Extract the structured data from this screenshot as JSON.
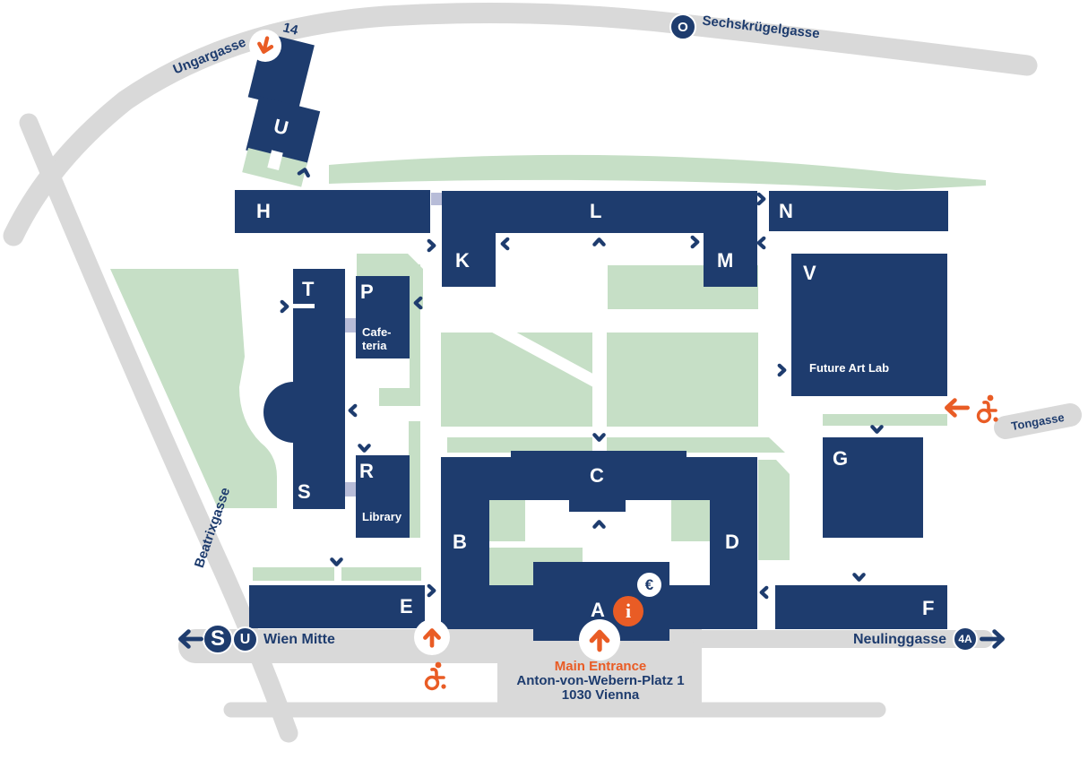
{
  "streets": {
    "ungargasse": "Ungargasse",
    "sechskruegelgasse": "Sechskrügelgasse",
    "beatrixgasse": "Beatrixgasse",
    "tongasse": "Tongasse",
    "neulinggasse": "Neulinggasse",
    "wien_mitte": "Wien Mitte"
  },
  "transit": {
    "tram_line": "14",
    "line_o": "O",
    "s_bahn": "S",
    "u_bahn": "U",
    "bus_line": "4A"
  },
  "buildings": {
    "a": "A",
    "b": "B",
    "c": "C",
    "d": "D",
    "e": "E",
    "f": "F",
    "g": "G",
    "h": "H",
    "k": "K",
    "l": "L",
    "m": "M",
    "n": "N",
    "p": "P",
    "r": "R",
    "s": "S",
    "t": "T",
    "u": "U",
    "v": "V"
  },
  "sublabels": {
    "cafeteria_line1": "Cafe-",
    "cafeteria_line2": "teria",
    "library": "Library",
    "future_art_lab": "Future Art Lab"
  },
  "entrance": {
    "main_entrance": "Main Entrance",
    "address_line1": "Anton-von-Webern-Platz 1",
    "address_line2": "1030 Vienna"
  },
  "icons": {
    "euro_symbol": "€",
    "info_symbol": "i"
  },
  "colors": {
    "building_blue": "#1e3c6e",
    "green_area": "#c6dfc6",
    "road_gray": "#d9d9d9",
    "accent_orange": "#e95c25",
    "connector_lavender": "#b7bcd8"
  }
}
